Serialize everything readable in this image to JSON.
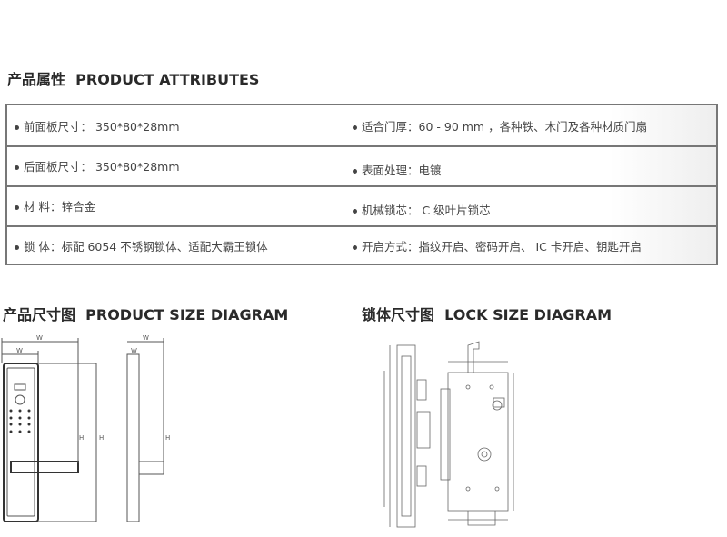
{
  "attributes": {
    "heading": "产品属性  PRODUCT ATTRIBUTES",
    "rows": [
      {
        "left": "前面板尺寸： 350*80*28mm",
        "right": "适合门厚：60 - 90 mm ，各种铁、木门及各种材质门扇"
      },
      {
        "left": "后面板尺寸： 350*80*28mm",
        "right": "表面处理：电镀"
      },
      {
        "left": "材 料：锌合金",
        "right": "机械锁芯： C 级叶片锁芯"
      },
      {
        "left": "锁 体：标配 6054 不锈钢锁体、适配大霸王锁体",
        "right": "开启方式：指纹开启、密码开启、 IC 卡开启、钥匙开启"
      }
    ]
  },
  "product_size": {
    "heading": "产品尺寸图  PRODUCT SIZE DIAGRAM",
    "labels": {
      "w": "W",
      "h": "H"
    }
  },
  "lock_size": {
    "heading": "锁体尺寸图  LOCK SIZE DIAGRAM"
  }
}
